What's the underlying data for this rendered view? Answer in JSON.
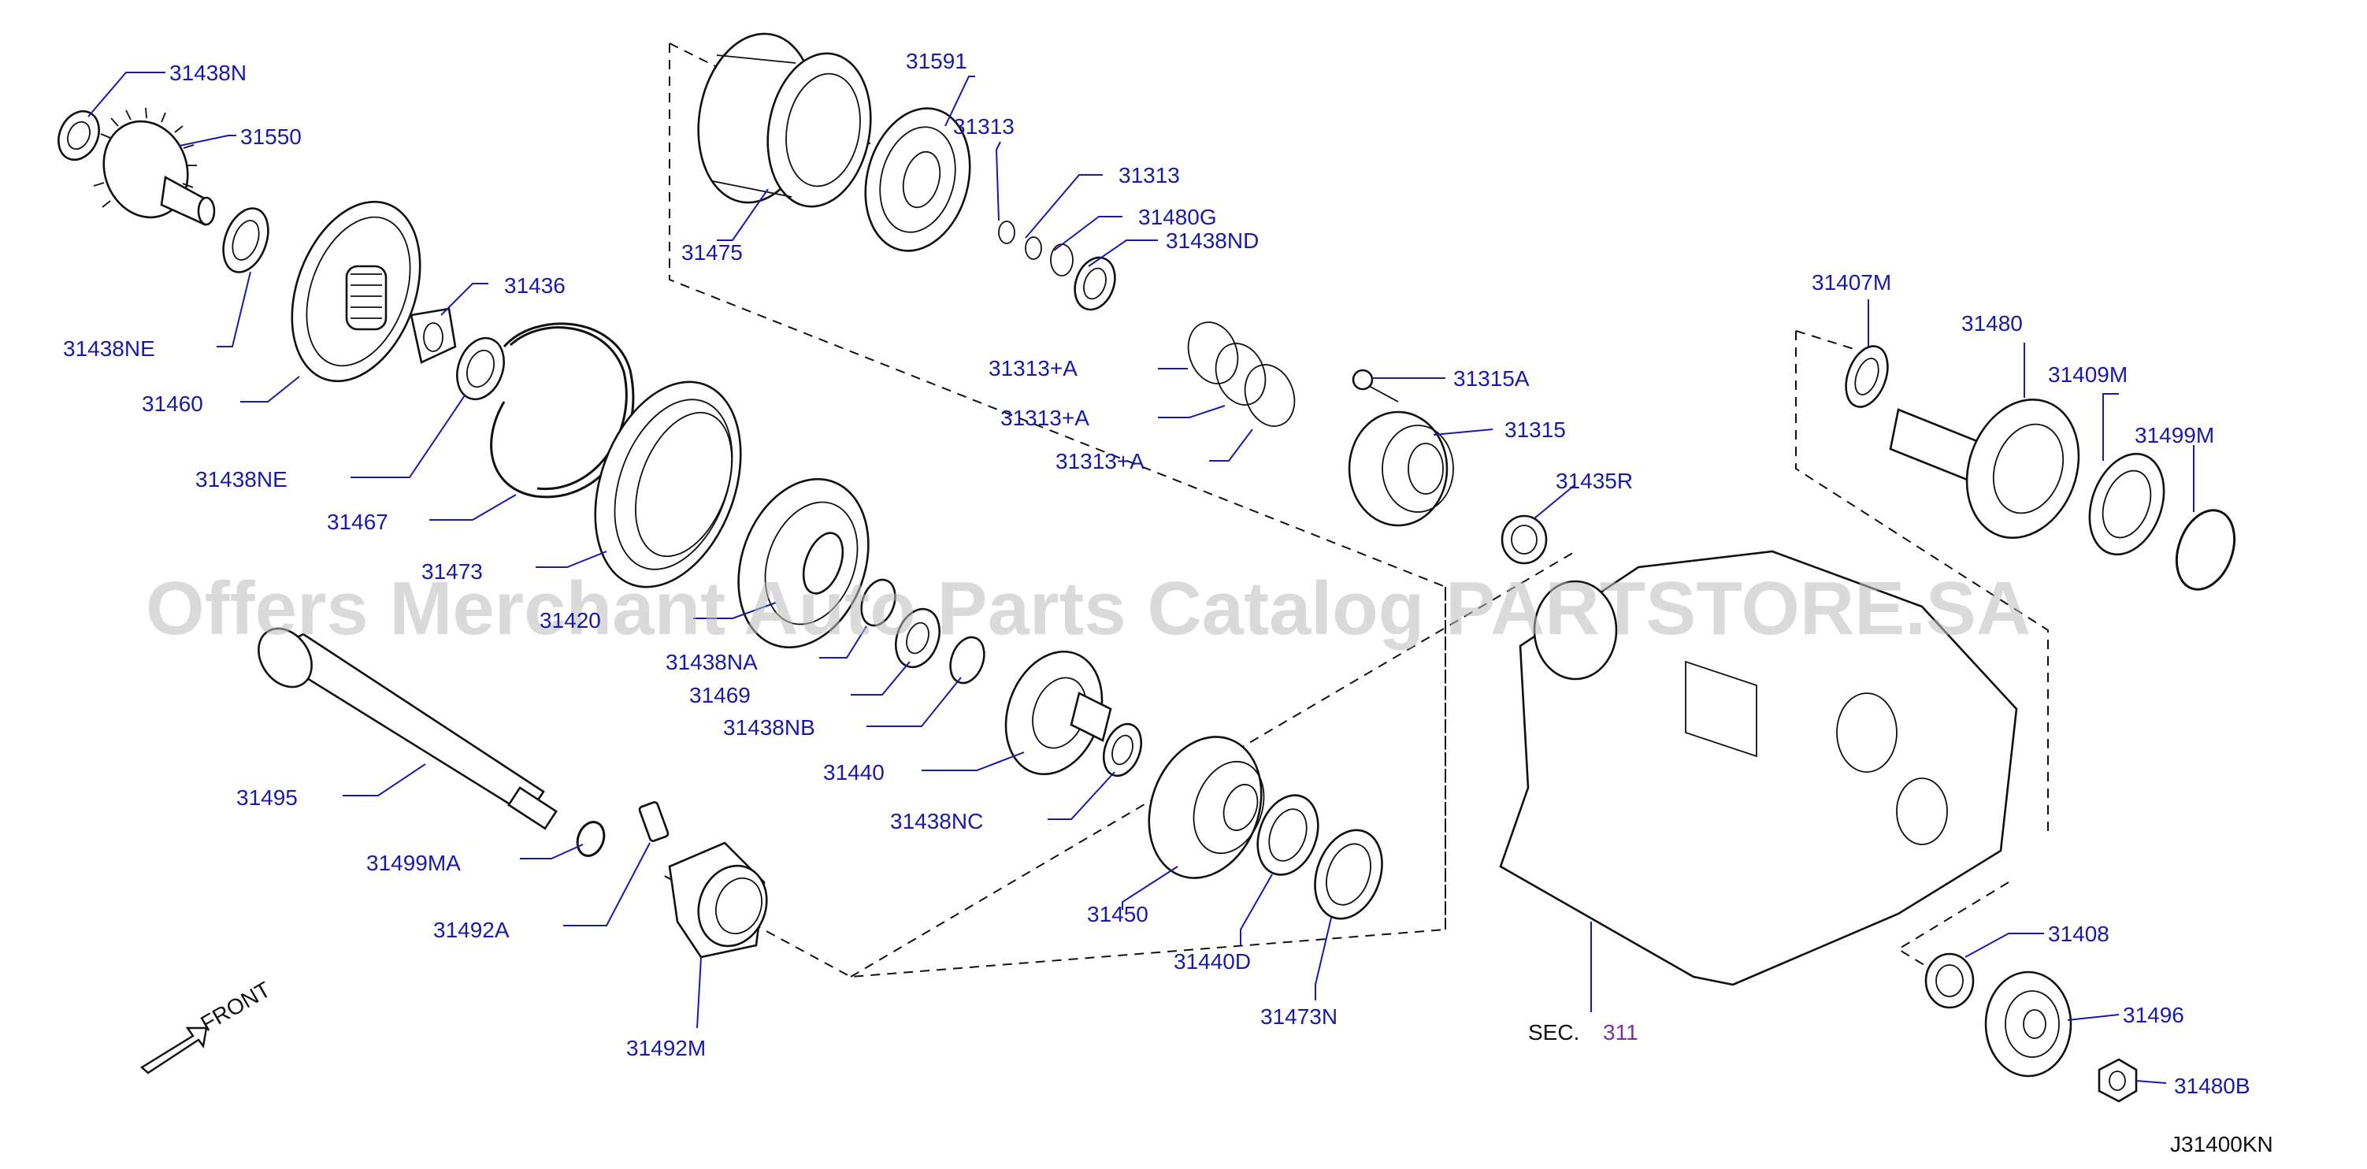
{
  "watermark": "Offers Merchant Auto Parts Catalog PARTSTORE.SA",
  "diagram_code": "J31400KN",
  "front_label": "FRONT",
  "sec_ref": {
    "prefix": "SEC.",
    "number": "311"
  },
  "colors": {
    "label": "#1a1aa8",
    "line": "#111111",
    "sec_number": "#7b2fa8",
    "watermark": "#bdbdbd"
  },
  "labels": {
    "p31438N": "31438N",
    "p31550": "31550",
    "p31438NE_a": "31438NE",
    "p31460": "31460",
    "p31436": "31436",
    "p31438NE_b": "31438NE",
    "p31467": "31467",
    "p31473": "31473",
    "p31420": "31420",
    "p31475": "31475",
    "p31591": "31591",
    "p31313_a": "31313",
    "p31313_b": "31313",
    "p31480G": "31480G",
    "p31438ND": "31438ND",
    "p31313A_1": "31313+A",
    "p31313A_2": "31313+A",
    "p31313A_3": "31313+A",
    "p31315A": "31315A",
    "p31315": "31315",
    "p31435R": "31435R",
    "p31407M": "31407M",
    "p31480": "31480",
    "p31409M": "31409M",
    "p31499M": "31499M",
    "p31438NA": "31438NA",
    "p31469": "31469",
    "p31438NB": "31438NB",
    "p31440": "31440",
    "p31438NC": "31438NC",
    "p31495": "31495",
    "p31499MA": "31499MA",
    "p31492A": "31492A",
    "p31492M": "31492M",
    "p31450": "31450",
    "p31440D": "31440D",
    "p31473N": "31473N",
    "p31408": "31408",
    "p31496": "31496",
    "p31480B": "31480B"
  }
}
